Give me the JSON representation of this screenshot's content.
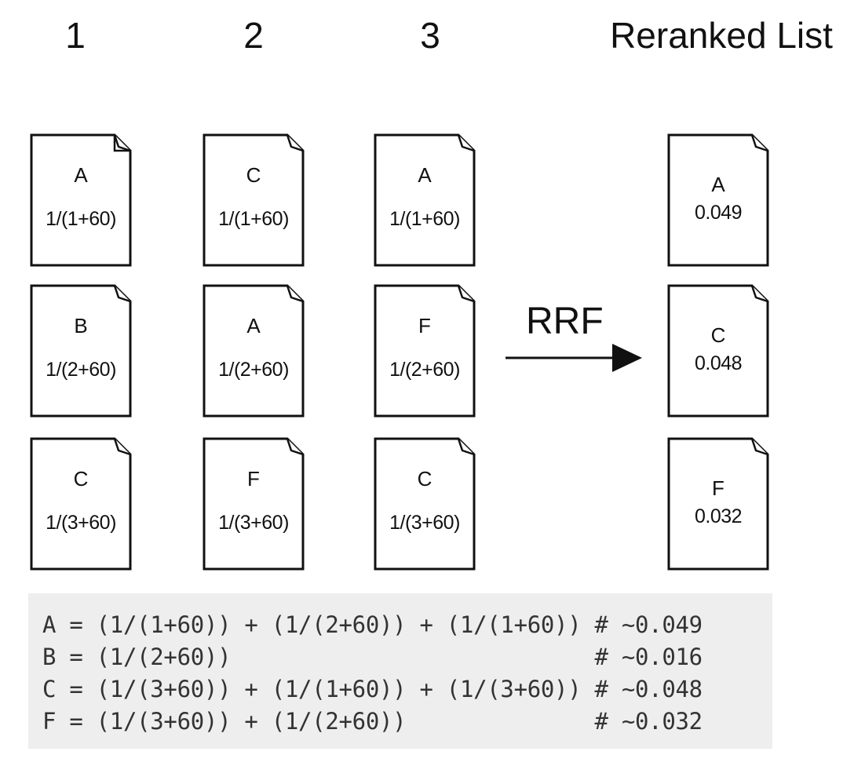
{
  "columns": [
    {
      "title": "1",
      "docs": [
        {
          "label": "A",
          "score": "1/(1+60)"
        },
        {
          "label": "B",
          "score": "1/(2+60)"
        },
        {
          "label": "C",
          "score": "1/(3+60)"
        }
      ]
    },
    {
      "title": "2",
      "docs": [
        {
          "label": "C",
          "score": "1/(1+60)"
        },
        {
          "label": "A",
          "score": "1/(2+60)"
        },
        {
          "label": "F",
          "score": "1/(3+60)"
        }
      ]
    },
    {
      "title": "3",
      "docs": [
        {
          "label": "A",
          "score": "1/(1+60)"
        },
        {
          "label": "F",
          "score": "1/(2+60)"
        },
        {
          "label": "C",
          "score": "1/(3+60)"
        }
      ]
    }
  ],
  "arrow": {
    "label": "RRF"
  },
  "reranked": {
    "title": "Reranked List",
    "docs": [
      {
        "label": "A",
        "score": "0.049"
      },
      {
        "label": "C",
        "score": "0.048"
      },
      {
        "label": "F",
        "score": "0.032"
      }
    ]
  },
  "code_lines": [
    "A = (1/(1+60)) + (1/(2+60)) + (1/(1+60)) # ~0.049",
    "B = (1/(2+60))                           # ~0.016",
    "C = (1/(3+60)) + (1/(1+60)) + (1/(3+60)) # ~0.048",
    "F = (1/(3+60)) + (1/(2+60))              # ~0.032"
  ]
}
